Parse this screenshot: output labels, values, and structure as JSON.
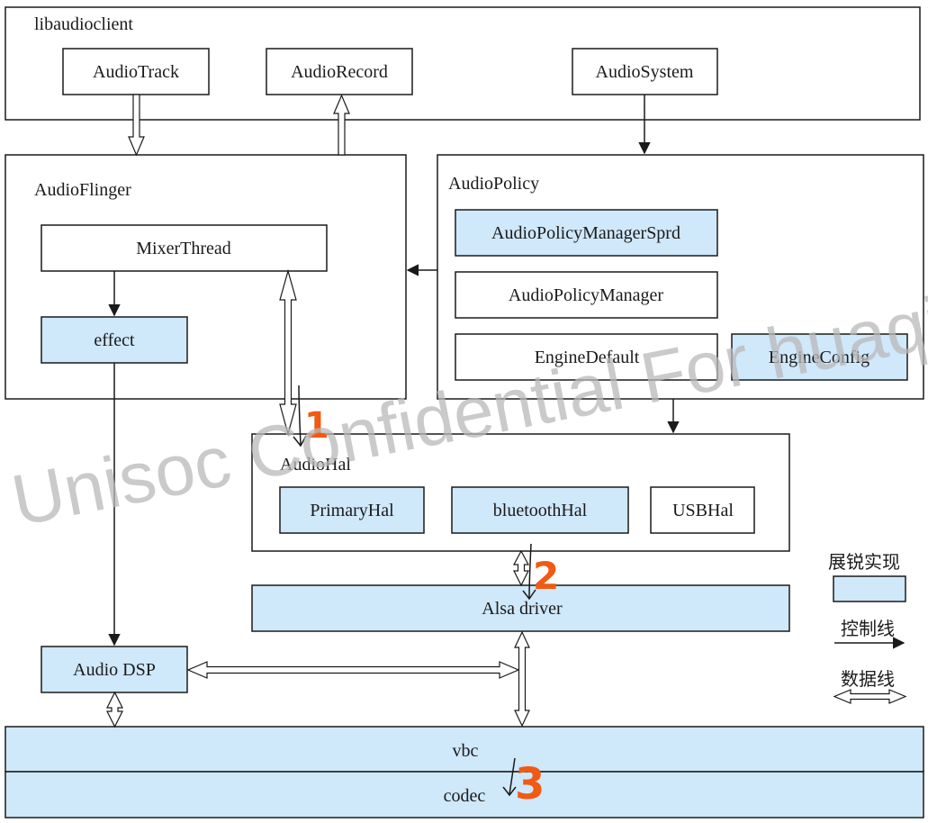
{
  "labels": {
    "libaudioclient": "libaudioclient",
    "audio_track": "AudioTrack",
    "audio_record": "AudioRecord",
    "audio_system": "AudioSystem",
    "audio_flinger": "AudioFlinger",
    "mixer_thread": "MixerThread",
    "effect": "effect",
    "audio_policy": "AudioPolicy",
    "audio_policy_manager_sprd": "AudioPolicyManagerSprd",
    "audio_policy_manager": "AudioPolicyManager",
    "engine_default": "EngineDefault",
    "engine_config": "EngineConfig",
    "audio_hal": "AudioHal",
    "primary_hal": "PrimaryHal",
    "bluetooth_hal": "bluetoothHal",
    "usb_hal": "USBHal",
    "alsa_driver": "Alsa driver",
    "audio_dsp": "Audio DSP",
    "vbc": "vbc",
    "codec": "codec"
  },
  "legend": {
    "impl": "展锐实现",
    "control": "控制线",
    "data": "数据线"
  },
  "annotations": {
    "mark1": "1",
    "mark2": "2",
    "mark3": "3"
  },
  "watermark": "Unisoc Confidential For huaqin_bc",
  "colors": {
    "sprd_fill": "#cfe8fa",
    "plain_fill": "#ffffff",
    "stroke": "#1a1a1a",
    "annotation": "#f05a14",
    "watermark": "#b8b8b8"
  }
}
